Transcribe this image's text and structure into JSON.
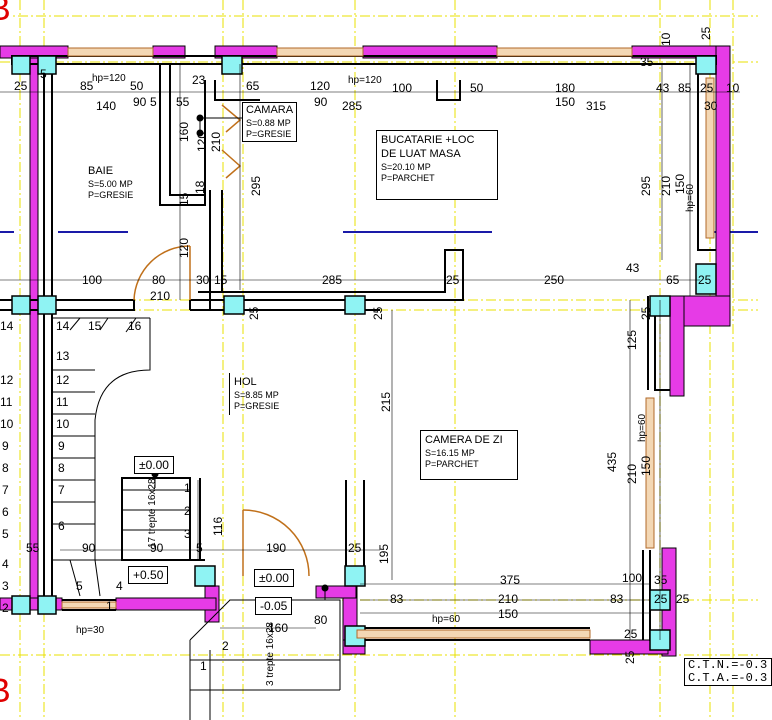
{
  "rooms": {
    "baie": {
      "name": "BAIE",
      "area": "S=5.00 MP",
      "floor": "P=GRESIE"
    },
    "camara": {
      "name": "CAMARA",
      "area": "S=0.88 MP",
      "floor": "P=GRESIE"
    },
    "bucatarie": {
      "name1": "BUCATARIE +LOC",
      "name2": "DE LUAT MASA",
      "area": "S=20.10 MP",
      "floor": "P=PARCHET"
    },
    "hol": {
      "name": "HOL",
      "area": "S=8.85 MP",
      "floor": "P=GRESIE"
    },
    "camera_zi": {
      "name": "CAMERA DE ZI",
      "area": "S=16.15 MP",
      "floor": "P=PARCHET"
    }
  },
  "levels": {
    "stair": "±0.00",
    "entry_level": "±0.00",
    "step_level": "+0.50",
    "outside": "-0.05"
  },
  "window_heights": {
    "top_left": "hp=120",
    "top_mid": "hp=120",
    "right_top": "hp=60",
    "right_mid": "hp=60",
    "bottom_right": "hp=60",
    "bottom_left": "hp=30"
  },
  "stairs": {
    "label1": "17 trepte",
    "label2": "16x28",
    "entry1": "3 trepte",
    "entry2": "16x28"
  },
  "site": {
    "ctn": "C.T.N.=-0.3",
    "cta": "C.T.A.=-0.3"
  },
  "axis_label": "B",
  "dims_top": [
    "5",
    "25",
    "85",
    "50",
    "23",
    "65",
    "120",
    "100",
    "50",
    "180",
    "43",
    "85",
    "25",
    "10",
    "35"
  ],
  "dims_row2": [
    "140",
    "90",
    "5",
    "55",
    "90",
    "285",
    "150",
    "315",
    "30"
  ],
  "dims_middle": [
    "100",
    "80",
    "210",
    "30",
    "15",
    "285",
    "25",
    "250",
    "43",
    "65",
    "25"
  ],
  "dims_left_stair": [
    "14",
    "14",
    "15",
    "16",
    "13",
    "12",
    "11",
    "10",
    "9",
    "8",
    "7",
    "6",
    "5",
    "4",
    "1",
    "2",
    "3",
    "12",
    "11",
    "10",
    "9",
    "8",
    "7",
    "6",
    "5",
    "4",
    "3",
    "2",
    "1"
  ],
  "dims_lower": [
    "55",
    "90",
    "90",
    "5",
    "190",
    "25",
    "375",
    "210",
    "150",
    "83",
    "83",
    "35",
    "25",
    "100",
    "25",
    "25",
    "160",
    "80",
    "2",
    "1"
  ],
  "dims_vertical": [
    "160",
    "120",
    "210",
    "295",
    "18",
    "15",
    "120",
    "295",
    "210",
    "150",
    "10",
    "125",
    "215",
    "435",
    "210",
    "150",
    "116",
    "195",
    "25",
    "25",
    "25",
    "25",
    "25"
  ]
}
